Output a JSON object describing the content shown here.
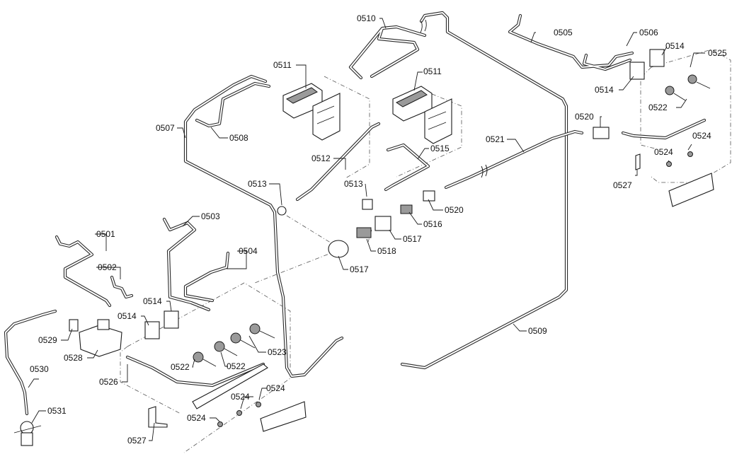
{
  "callouts": [
    {
      "id": "c0510",
      "text": "0510"
    },
    {
      "id": "c0505",
      "text": "0505"
    },
    {
      "id": "c0506",
      "text": "0506"
    },
    {
      "id": "c0514a",
      "text": "0514"
    },
    {
      "id": "c0525",
      "text": "0525"
    },
    {
      "id": "c0511a",
      "text": "0511"
    },
    {
      "id": "c0511b",
      "text": "0511"
    },
    {
      "id": "c0514b",
      "text": "0514"
    },
    {
      "id": "c0522a",
      "text": "0522"
    },
    {
      "id": "c0520a",
      "text": "0520"
    },
    {
      "id": "c0507",
      "text": "0507"
    },
    {
      "id": "c0508",
      "text": "0508"
    },
    {
      "id": "c0521",
      "text": "0521"
    },
    {
      "id": "c0524a",
      "text": "0524"
    },
    {
      "id": "c0524b",
      "text": "0524"
    },
    {
      "id": "c0512",
      "text": "0512"
    },
    {
      "id": "c0515",
      "text": "0515"
    },
    {
      "id": "c0527a",
      "text": "0527"
    },
    {
      "id": "c0513a",
      "text": "0513"
    },
    {
      "id": "c0513b",
      "text": "0513"
    },
    {
      "id": "c0520b",
      "text": "0520"
    },
    {
      "id": "c0503",
      "text": "0503"
    },
    {
      "id": "c0516",
      "text": "0516"
    },
    {
      "id": "c0517a",
      "text": "0517"
    },
    {
      "id": "c0501",
      "text": "0501"
    },
    {
      "id": "c0518",
      "text": "0518"
    },
    {
      "id": "c0504",
      "text": "0504"
    },
    {
      "id": "c0517b",
      "text": "0517"
    },
    {
      "id": "c0502",
      "text": "0502"
    },
    {
      "id": "c0514c",
      "text": "0514"
    },
    {
      "id": "c0514d",
      "text": "0514"
    },
    {
      "id": "c0509",
      "text": "0509"
    },
    {
      "id": "c0529",
      "text": "0529"
    },
    {
      "id": "c0523",
      "text": "0523"
    },
    {
      "id": "c0528",
      "text": "0528"
    },
    {
      "id": "c0522b",
      "text": "0522"
    },
    {
      "id": "c0522c",
      "text": "0522"
    },
    {
      "id": "c0526",
      "text": "0526"
    },
    {
      "id": "c0530",
      "text": "0530"
    },
    {
      "id": "c0524c",
      "text": "0524"
    },
    {
      "id": "c0524d",
      "text": "0524"
    },
    {
      "id": "c0531",
      "text": "0531"
    },
    {
      "id": "c0524e",
      "text": "0524"
    },
    {
      "id": "c0527b",
      "text": "0527"
    }
  ]
}
